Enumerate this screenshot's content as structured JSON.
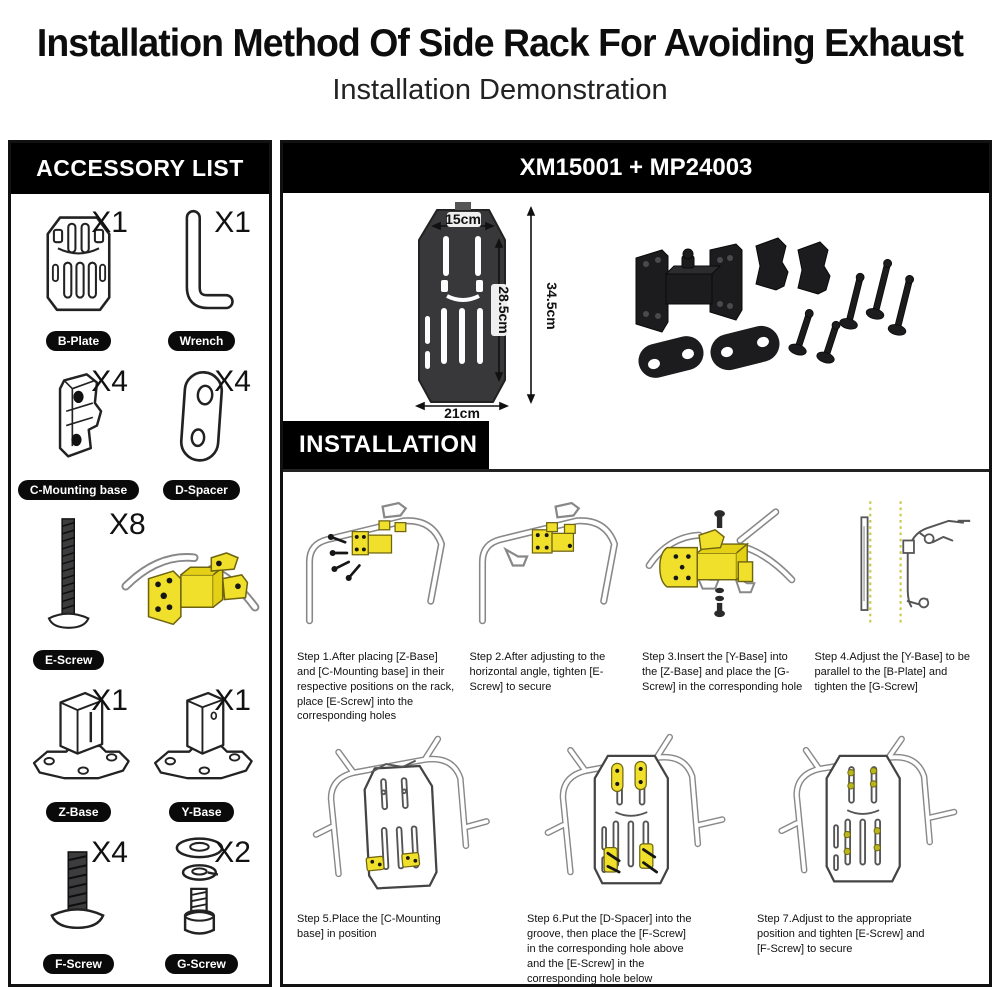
{
  "page": {
    "title": "Installation Method Of Side Rack For Avoiding Exhaust",
    "subtitle": "Installation Demonstration"
  },
  "accessory_panel": {
    "header": "ACCESSORY LIST",
    "items": [
      {
        "label": "B-Plate",
        "qty": "X1",
        "icon": "b-plate-icon"
      },
      {
        "label": "Wrench",
        "qty": "X1",
        "icon": "wrench-icon"
      },
      {
        "label": "C-Mounting base",
        "qty": "X4",
        "icon": "mounting-base-icon"
      },
      {
        "label": "D-Spacer",
        "qty": "X4",
        "icon": "spacer-icon"
      },
      {
        "label": "E-Screw",
        "qty": "X8",
        "icon": "long-screw-icon"
      },
      {
        "label": "Z-Base",
        "qty": "X1",
        "icon": "z-base-icon"
      },
      {
        "label": "Y-Base",
        "qty": "X1",
        "icon": "y-base-icon"
      },
      {
        "label": "F-Screw",
        "qty": "X4",
        "icon": "short-screw-icon"
      },
      {
        "label": "G-Screw",
        "qty": "X2",
        "icon": "bolt-washer-icon"
      }
    ]
  },
  "product_panel": {
    "header": "XM15001 + MP24003",
    "dimensions": {
      "top_width": "15cm",
      "inner_height": "28.5cm",
      "outer_height": "34.5cm",
      "bottom_width": "21cm"
    }
  },
  "installation_panel": {
    "header": "INSTALLATION",
    "steps": [
      {
        "text": "Step 1.After placing [Z-Base] and [C-Mounting base] in their respective positions on the rack, place [E-Screw] into the corresponding holes"
      },
      {
        "text": "Step 2.After adjusting to the horizontal angle, tighten [E-Screw] to secure"
      },
      {
        "text": "Step 3.Insert the [Y-Base] into the [Z-Base] and place the [G-Screw] in the corresponding hole"
      },
      {
        "text": "Step 4.Adjust the [Y-Base] to be parallel to the [B-Plate] and tighten the [G-Screw]"
      },
      {
        "text": "Step 5.Place the [C-Mounting base] in position"
      },
      {
        "text": "Step 6.Put the [D-Spacer] into the groove, then place the [F-Screw] in the corresponding hole above and the [E-Screw] in the corresponding hole below"
      },
      {
        "text": "Step 7.Adjust to the appropriate position and tighten [E-Screw] and [F-Screw] to secure"
      }
    ]
  },
  "colors": {
    "accent_yellow": "#f0e02b",
    "plate_dark": "#38383a",
    "hardware_black": "#1c1c1e",
    "header_black": "#000000"
  }
}
